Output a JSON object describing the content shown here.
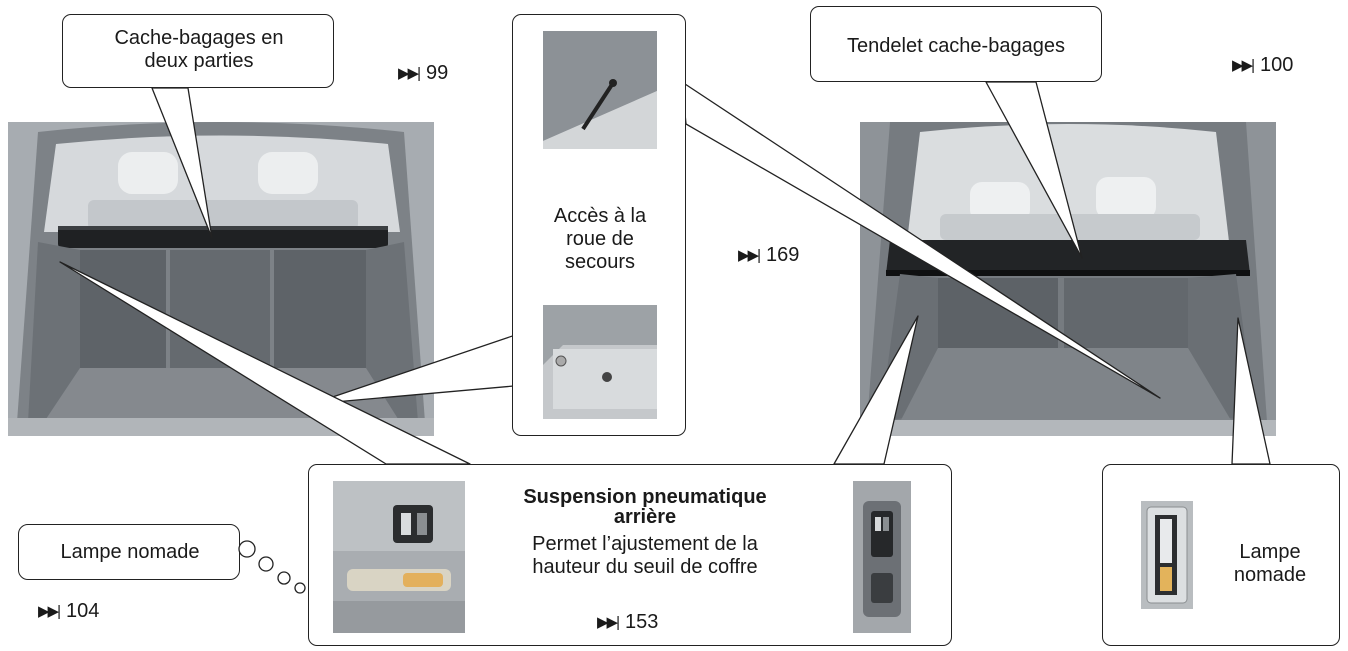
{
  "callouts": {
    "cache_bagages_deux_parties": "Cache-bagages en deux parties",
    "tendelet": "Tendelet cache-bagages",
    "acces_roue": "Accès à la roue de secours",
    "suspension_title": "Suspension pneumatique arrière",
    "suspension_desc": "Permet l’ajustement de la hauteur du seuil de coffre",
    "lampe_nomade_left": "Lampe nomade",
    "lampe_nomade_right": "Lampe nomade"
  },
  "refs": {
    "cache_bagages": "99",
    "tendelet": "100",
    "roue_secours": "169",
    "lampe_nomade": "104",
    "suspension": "153"
  },
  "ref_glyph": "▶▶|"
}
